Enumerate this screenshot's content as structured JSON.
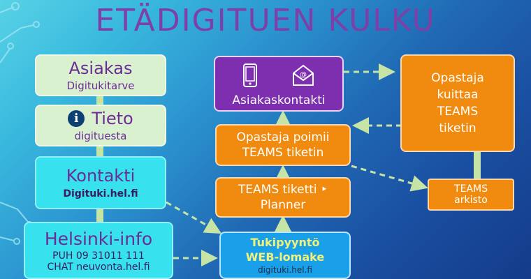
{
  "title": "ETÄDIGITUEN KULKU",
  "boxes": {
    "asiakas": {
      "title": "Asiakas",
      "subtitle": "Digitukitarve"
    },
    "tieto": {
      "title": "Tieto",
      "subtitle": "digituesta"
    },
    "kontakti": {
      "title": "Kontakti",
      "subtitle": "Digituki.hel.fi"
    },
    "helsinki": {
      "title": "Helsinki-info",
      "line1": "PUH 09 31011 111",
      "line2": "CHAT neuvonta.hel.fi"
    },
    "asiakaskontakti": {
      "title": "Asiakaskontakti"
    },
    "poimii": {
      "line1": "Opastaja poimii",
      "line2": "TEAMS tiketin"
    },
    "planner": {
      "line1": "TEAMS tiketti ‣",
      "line2": "Planner"
    },
    "web": {
      "line1": "Tukipyyntö",
      "line2": "WEB-lomake",
      "line3": "digituki.hel.fi"
    },
    "kuittaa": {
      "line1": "Opastaja",
      "line2": "kuittaa",
      "line3": "TEAMS",
      "line4": "tiketin"
    },
    "arkisto": {
      "line1": "TEAMS",
      "line2": "arkisto"
    }
  },
  "icons": [
    "phone-icon",
    "email-icon",
    "info-icon"
  ],
  "colors": {
    "title": "#7d3fa8",
    "green_box": "#daf1cf",
    "cyan_box": "#38e1ee",
    "orange_box": "#f08b0f",
    "purple_box": "#7d2fb0",
    "blue_box": "#1aa0e8",
    "arrow": "#c6e4a6"
  }
}
